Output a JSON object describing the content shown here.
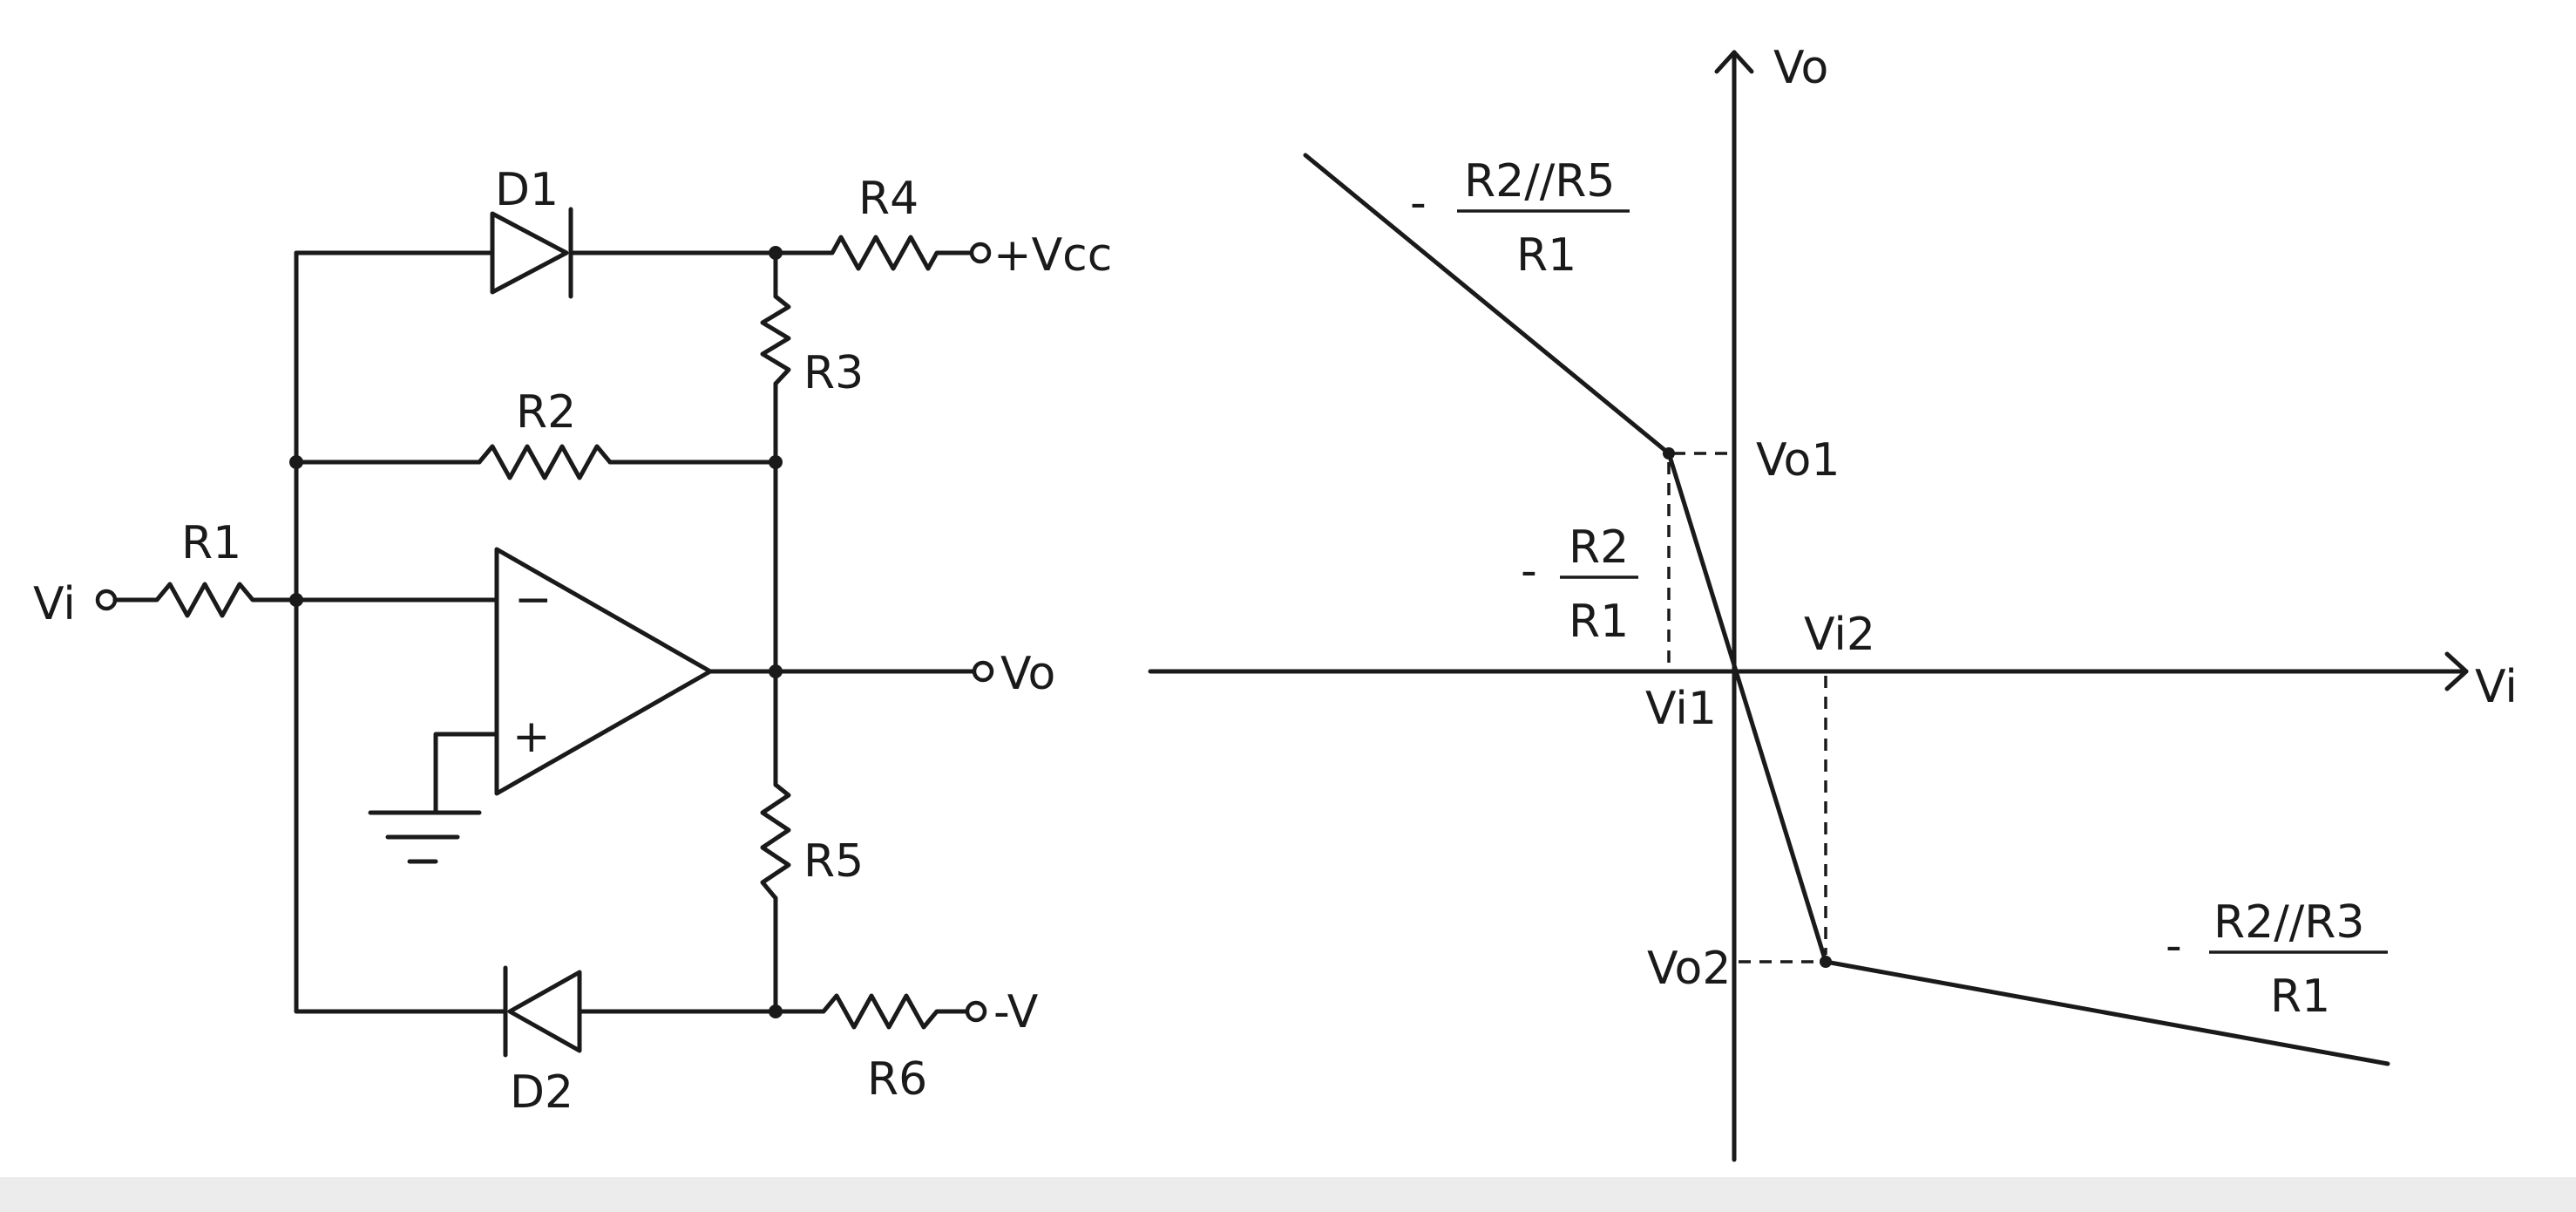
{
  "circuit": {
    "input_label": "Vi",
    "output_label": "Vo",
    "supply_pos_label": "+Vcc",
    "supply_neg_label": "-V",
    "opamp_inverting": "−",
    "opamp_noninverting": "+",
    "components": {
      "r1": "R1",
      "r2": "R2",
      "r3": "R3",
      "r4": "R4",
      "r5": "R5",
      "r6": "R6",
      "d1": "D1",
      "d2": "D2"
    }
  },
  "transfer_curve": {
    "x_axis_label": "Vi",
    "y_axis_label": "Vo",
    "points": {
      "vo1": "Vo1",
      "vo2": "Vo2",
      "vi1": "Vi1",
      "vi2": "Vi2"
    },
    "slope_upper": {
      "numerator": "R2//R5",
      "denominator": "R1",
      "sign": "-"
    },
    "slope_middle": {
      "numerator": "R2",
      "denominator": "R1",
      "sign": "-"
    },
    "slope_lower": {
      "numerator": "R2//R3",
      "denominator": "R1",
      "sign": "-"
    }
  }
}
